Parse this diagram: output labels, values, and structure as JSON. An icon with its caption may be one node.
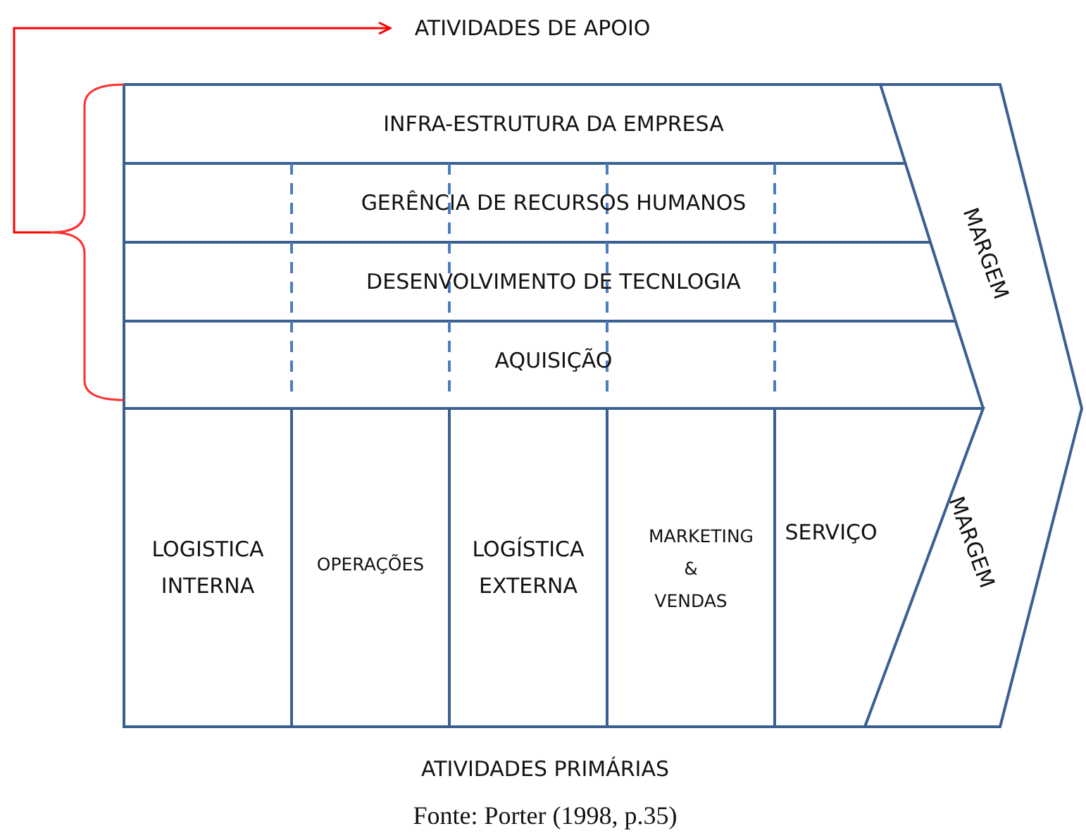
{
  "diagram": {
    "caption": "Fonte: Porter (1998, p.35)",
    "nodes": [
      {
        "text": [
          "INFRA-ESTRUTURA DA EMPRESA"
        ]
      },
      {
        "text": [
          "GERÊNCIA DE RECURSOS HUMANOS"
        ]
      },
      {
        "text": [
          "DESENVOLVIMENTO DE TECNLOGIA"
        ]
      },
      {
        "text": [
          "AQUISIÇÃO"
        ]
      },
      {
        "text": [
          "LOGISTICA INTERNA"
        ]
      },
      {
        "text": [
          "OPERAÇÕES"
        ]
      },
      {
        "text": [
          "LOGÍSTICA EXTERNA"
        ]
      },
      {
        "text": [
          "MARKETING & VENDAS"
        ]
      },
      {
        "text": [
          "SERVIÇO"
        ]
      },
      {
        "text": [
          "MARGEM"
        ]
      },
      {
        "text": [
          "MARGEM"
        ]
      },
      {
        "text": [
          "ATIVIDADES DE APOIO"
        ]
      },
      {
        "text": [],
        "shape": "bracket"
      }
    ],
    "edges": [
      {
        "from": 12,
        "to": 11,
        "arrow": "to",
        "color": "#ff0000"
      }
    ],
    "labels": [
      "ATIVIDADES PRIMÁRIAS"
    ]
  }
}
